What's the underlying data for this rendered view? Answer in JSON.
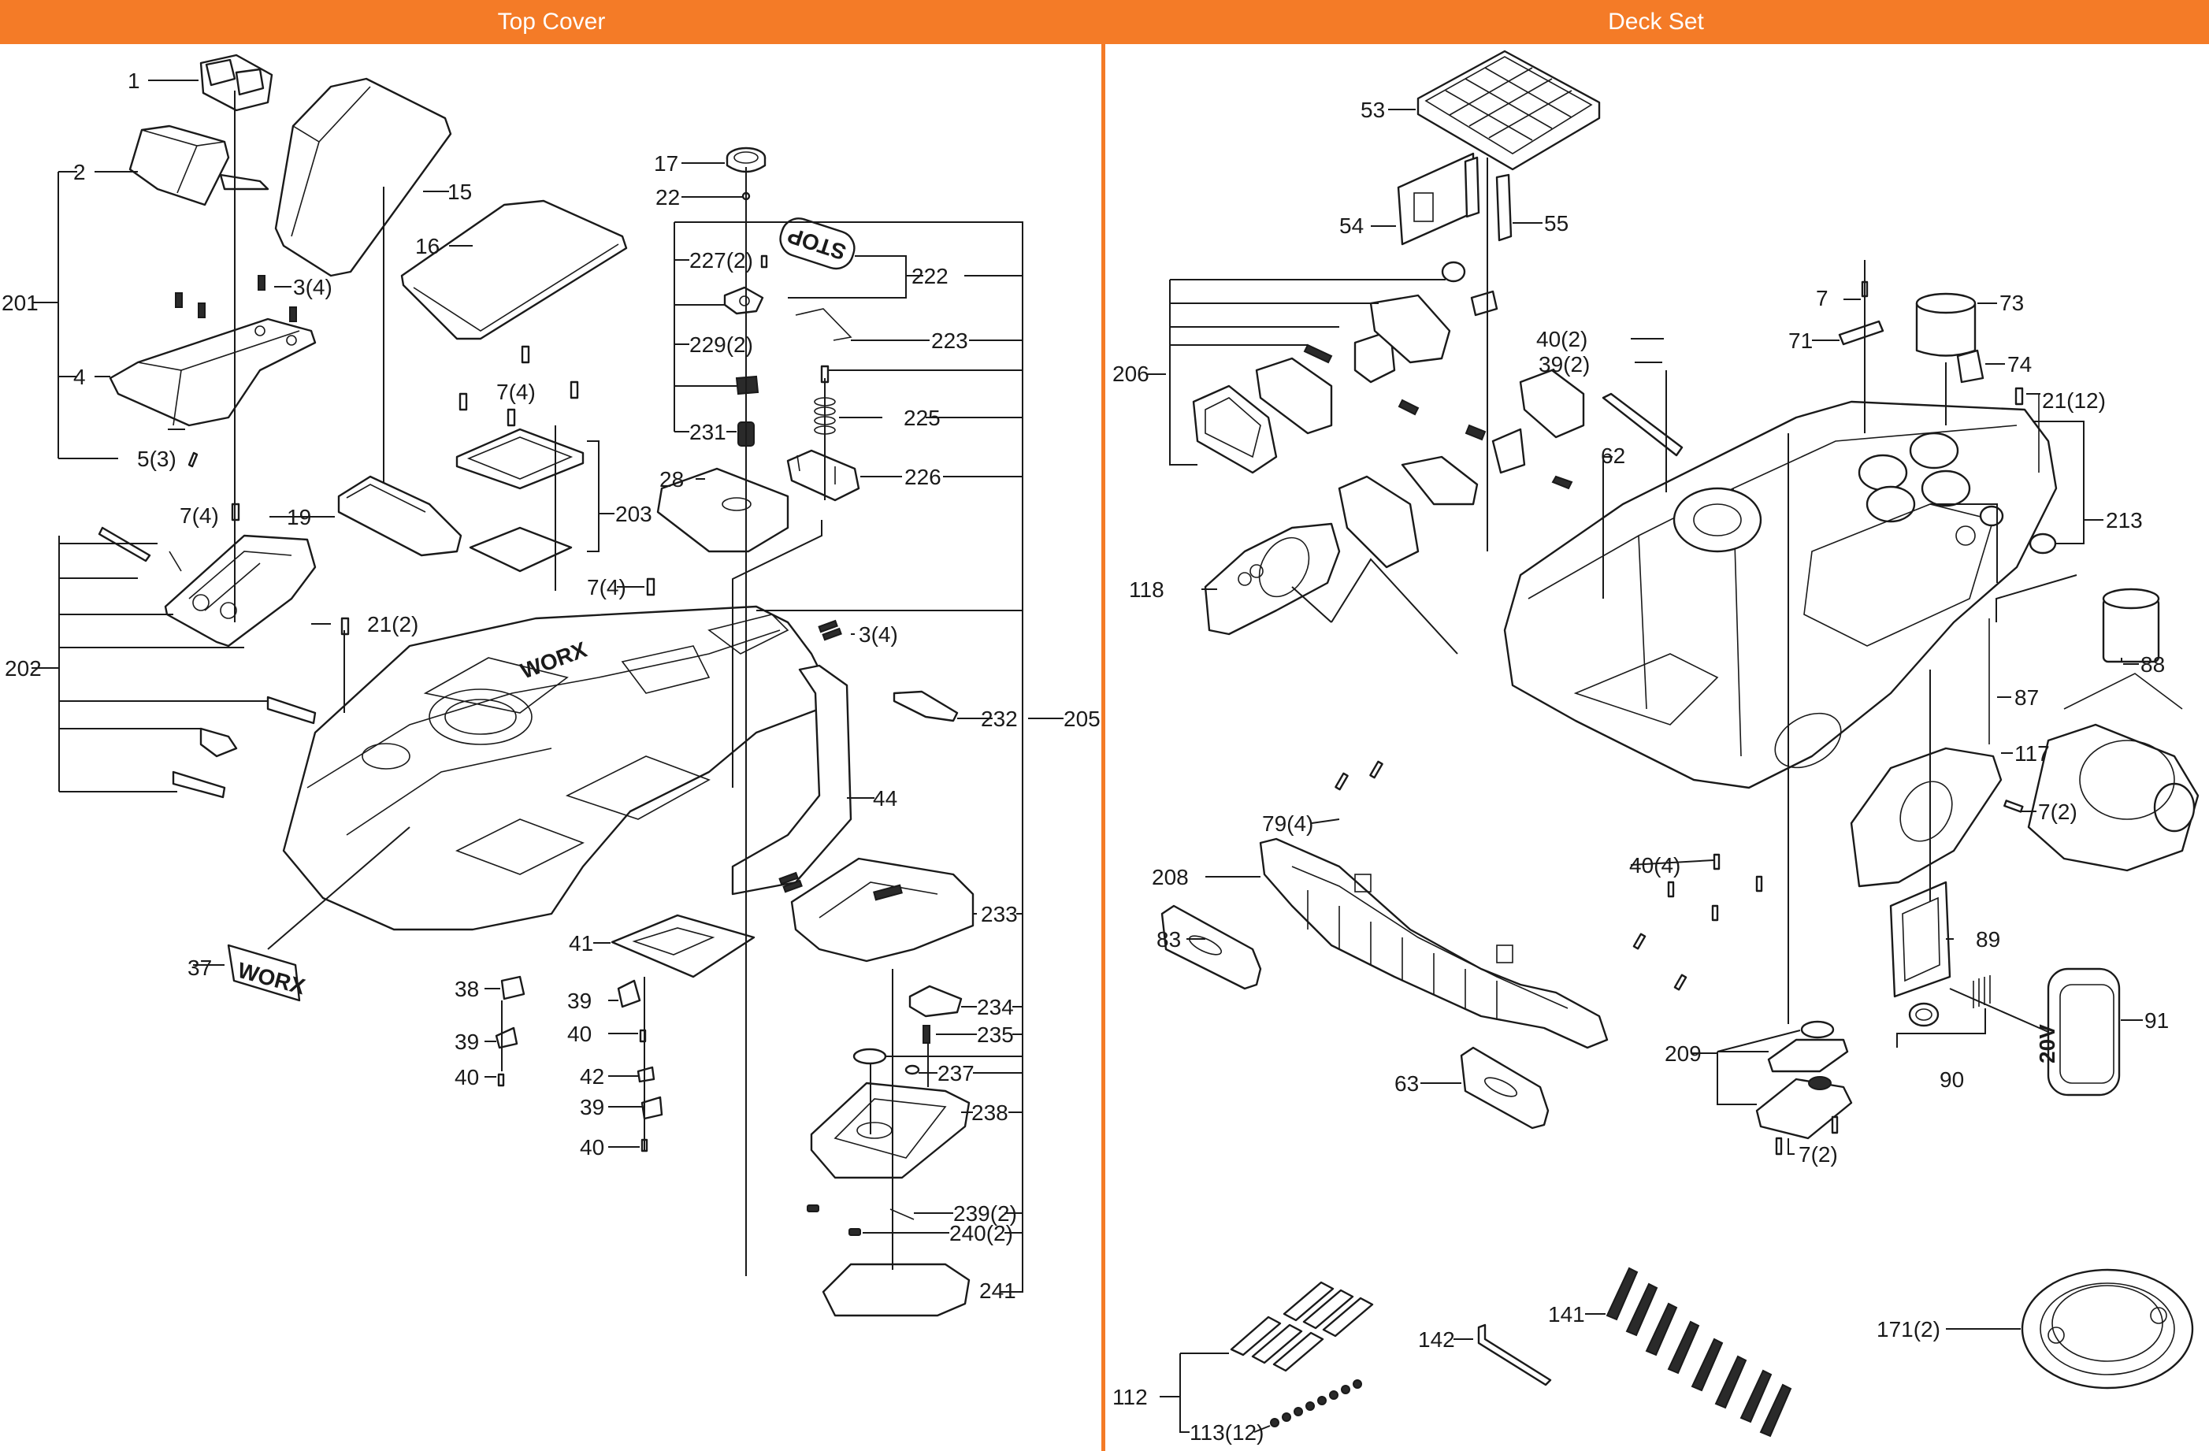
{
  "sections": {
    "top_cover": {
      "title": "Top Cover"
    },
    "deck_set": {
      "title": "Deck Set"
    }
  },
  "accent_color": "#F47B27",
  "top_cover_labels": {
    "p1": "1",
    "p2": "2",
    "p201": "201",
    "p3a": "3(4)",
    "p4": "4",
    "p5": "5(3)",
    "p15": "15",
    "p16": "16",
    "p17": "17",
    "p22": "22",
    "p227": "227(2)",
    "p222": "222",
    "p229": "229(2)",
    "p223": "223",
    "p231": "231",
    "p225": "225",
    "p226": "226",
    "p7a": "7(4)",
    "p19": "19",
    "p203": "203",
    "p28": "28",
    "p7b": "7(4)",
    "p7c": "7(4)",
    "p21": "21(2)",
    "p202": "202",
    "p3b": "3(4)",
    "p232": "232",
    "p205": "205",
    "p44": "44",
    "p233": "233",
    "p37": "37",
    "p41": "41",
    "p38": "38",
    "p39a": "39",
    "p40a": "40",
    "p39b": "39",
    "p40b": "40",
    "p42": "42",
    "p39c": "39",
    "p40c": "40",
    "p234": "234",
    "p235": "235",
    "p237": "237",
    "p238": "238",
    "p239": "239(2)",
    "p240": "240(2)",
    "p241": "241"
  },
  "stop_button_text": "STOP",
  "brand_badge_text": "WORX",
  "battery_text": "20V",
  "deck_set_labels": {
    "p53": "53",
    "p54": "54",
    "p55": "55",
    "p206": "206",
    "p7": "7",
    "p71": "71",
    "p73": "73",
    "p74": "74",
    "p21": "21(12)",
    "p40a": "40(2)",
    "p39": "39(2)",
    "p62": "62",
    "p213": "213",
    "p118": "118",
    "p88": "88",
    "p87": "87",
    "p117": "117",
    "p7b": "7(2)",
    "p79": "79(4)",
    "p208": "208",
    "p83": "83",
    "p40b": "40(4)",
    "p89": "89",
    "p91": "91",
    "p209": "209",
    "p90": "90",
    "p63": "63",
    "p7c": "7(2)",
    "p112": "112",
    "p113": "113(12)",
    "p142": "142",
    "p141": "141",
    "p171": "171(2)"
  }
}
